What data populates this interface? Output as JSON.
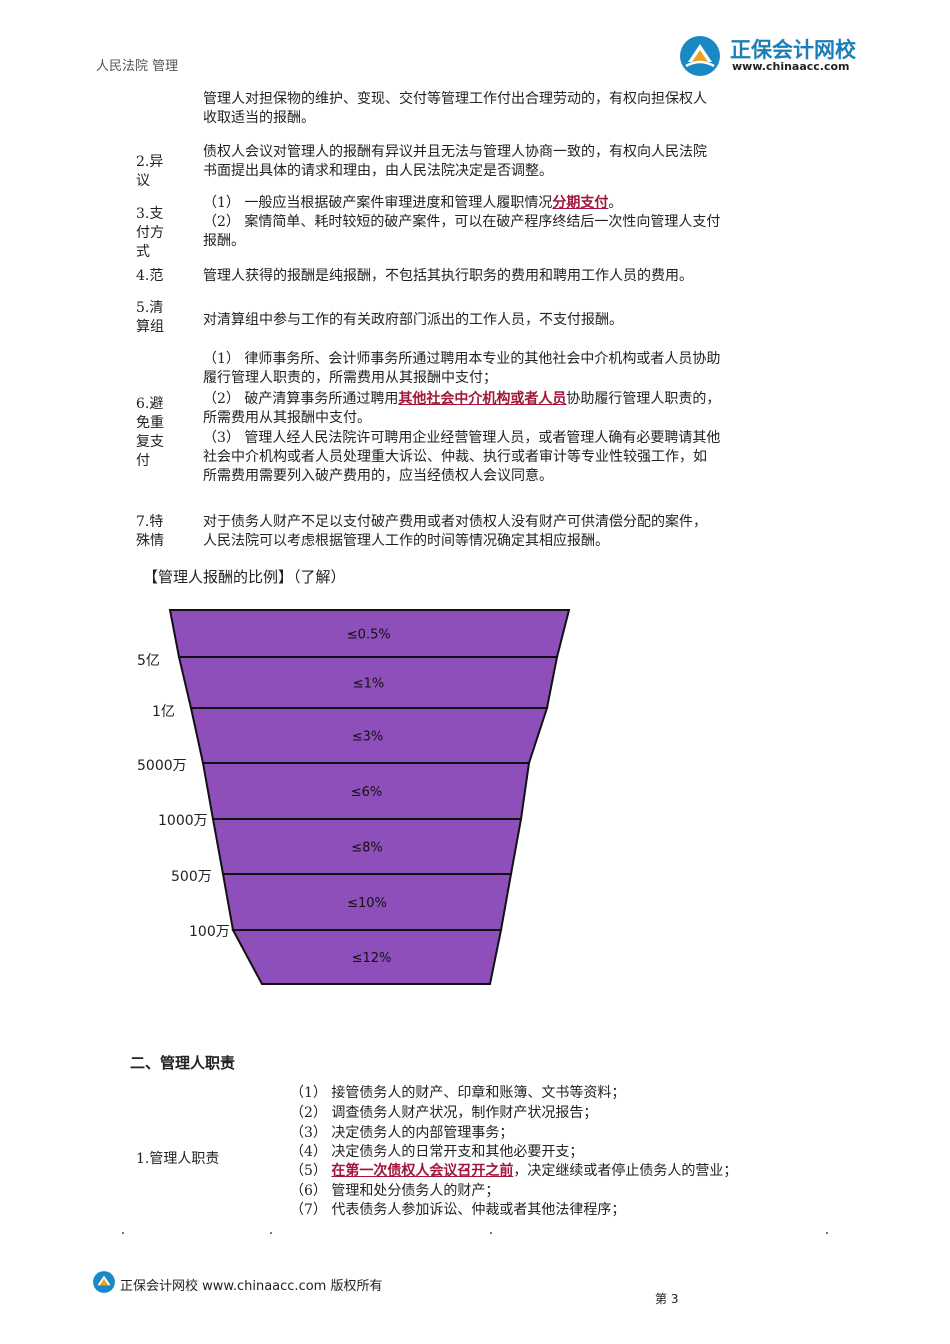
{
  "header": {
    "chapter_text": "人民法院 管理",
    "logo_name": "正保会计网校",
    "logo_url": "www.chinaacc.com"
  },
  "rows": [
    {
      "label": "",
      "lines": [
        "管理人对担保物的维护、变现、交付等管理工作付出合理劳动的，有权向担保权人",
        "收取适当的报酬。"
      ]
    },
    {
      "label_lines": [
        "2.异",
        "议"
      ],
      "lines": [
        "债权人会议对管理人的报酬有异议并且无法与管理人协商一致的，有权向人民法院",
        "书面提出具体的请求和理由，由人民法院决定是否调整。"
      ]
    },
    {
      "label_lines": [
        "3.支",
        "付方",
        "式"
      ],
      "line1_pre": "（1） 一般应当根据破产案件审理进度和管理人履职情况",
      "line1_hl": "分期支付",
      "line1_post": "。",
      "line2": "（2） 案情简单、耗时较短的破产案件，可以在破产程序终结后一次性向管理人支付",
      "line3": "报酬。"
    },
    {
      "label": "4.范",
      "lines": [
        "管理人获得的报酬是纯报酬，不包括其执行职务的费用和聘用工作人员的费用。"
      ]
    },
    {
      "label_lines": [
        "5.清",
        "算组"
      ],
      "lines": [
        "对清算组中参与工作的有关政府部门派出的工作人员，不支付报酬。"
      ]
    },
    {
      "label_lines": [
        "6.避",
        "免重",
        "复支",
        "付"
      ],
      "p1": [
        "（1） 律师事务所、会计师事务所通过聘用本专业的其他社会中介机构或者人员协助",
        "履行管理人职责的，所需费用从其报酬中支付；"
      ],
      "p2_pre": "（2） 破产清算事务所通过聘用",
      "p2_hl": "其他社会中介机构或者人员",
      "p2_post": "协助履行管理人职责的，",
      "p2_line2": "所需费用从其报酬中支付。",
      "p3": [
        "（3） 管理人经人民法院许可聘用企业经营管理人员，或者管理人确有必要聘请其他",
        "社会中介机构或者人员处理重大诉讼、仲裁、执行或者审计等专业性较强工作，如",
        "所需费用需要列入破产费用的，应当经债权人会议同意。"
      ]
    },
    {
      "label_lines": [
        "7.特",
        "殊情"
      ],
      "lines": [
        "对于债务人财产不足以支付破产费用或者对债权人没有财产可供清偿分配的案件，",
        "人民法院可以考虑根据管理人工作的时间等情况确定其相应报酬。"
      ]
    }
  ],
  "funnel_title": "【管理人报酬的比例】（了解）",
  "chart_data": {
    "type": "funnel",
    "title": "【管理人报酬的比例】（了解）",
    "boundaries": [
      "5亿",
      "1亿",
      "5000万",
      "1000万",
      "500万",
      "100万"
    ],
    "tiers": [
      "≤0.5%",
      "≤1%",
      "≤3%",
      "≤6%",
      "≤8%",
      "≤10%",
      "≤12%"
    ],
    "fill_color": "#8f4fba",
    "stroke_color": "#111111"
  },
  "section2": {
    "title": "二、管理人职责",
    "label": "1.管理人职责",
    "items": [
      "（1） 接管债务人的财产、印章和账簿、文书等资料；",
      "（2） 调查债务人财产状况，制作财产状况报告；",
      "（3） 决定债务人的内部管理事务；",
      "（4） 决定债务人的日常开支和其他必要开支；"
    ],
    "item5_pre": "（5）",
    "item5_hl": "在第一次债权人会议召开之前",
    "item5_post": "，决定继续或者停止债务人的营业；",
    "items_after": [
      "（6） 管理和处分债务人的财产；",
      "（7） 代表债务人参加诉讼、仲裁或者其他法律程序；"
    ]
  },
  "footer": {
    "text": "正保会计网校 www.chinaacc.com 版权所有",
    "page": "第 3"
  }
}
